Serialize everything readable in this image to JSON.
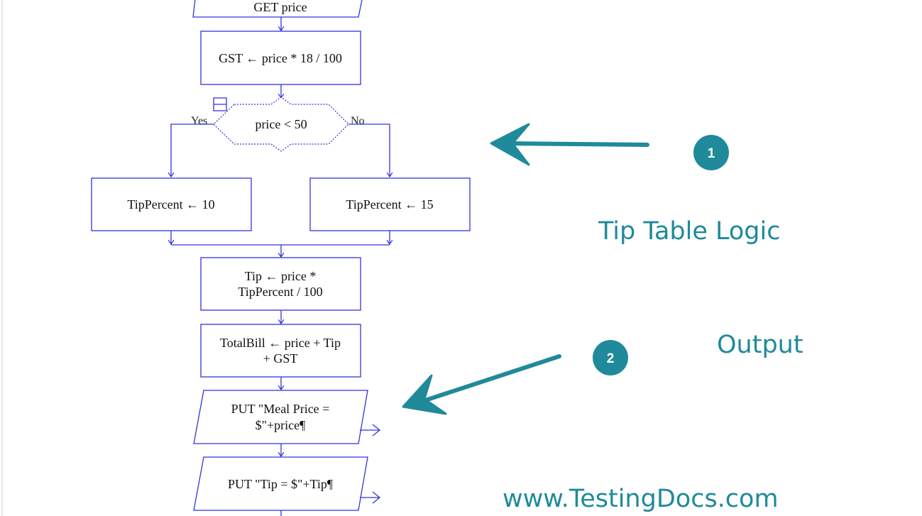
{
  "flowchart": {
    "get_price": "GET price",
    "gst": "GST ← price * 18 / 100",
    "decision": "price < 50",
    "yes_label": "Yes",
    "no_label": "No",
    "tip_yes": "TipPercent ← 10",
    "tip_no": "TipPercent ← 15",
    "tip_calc_line1": "Tip ← price *",
    "tip_calc_line2": "TipPercent / 100",
    "total_line1": "TotalBill ← price  +  Tip",
    "total_line2": "+  GST",
    "put_meal_line1": "PUT \"Meal Price =",
    "put_meal_line2": "$\"+price¶",
    "put_tip": "PUT \"Tip = $\"+Tip¶"
  },
  "annotations": {
    "badge_1": "1",
    "badge_2": "2",
    "tip_table_logic": "Tip Table Logic",
    "output": "Output",
    "website": "www.TestingDocs.com"
  },
  "colors": {
    "flow_line": "#3333dd",
    "annotation_teal": "#1f8a9a"
  }
}
